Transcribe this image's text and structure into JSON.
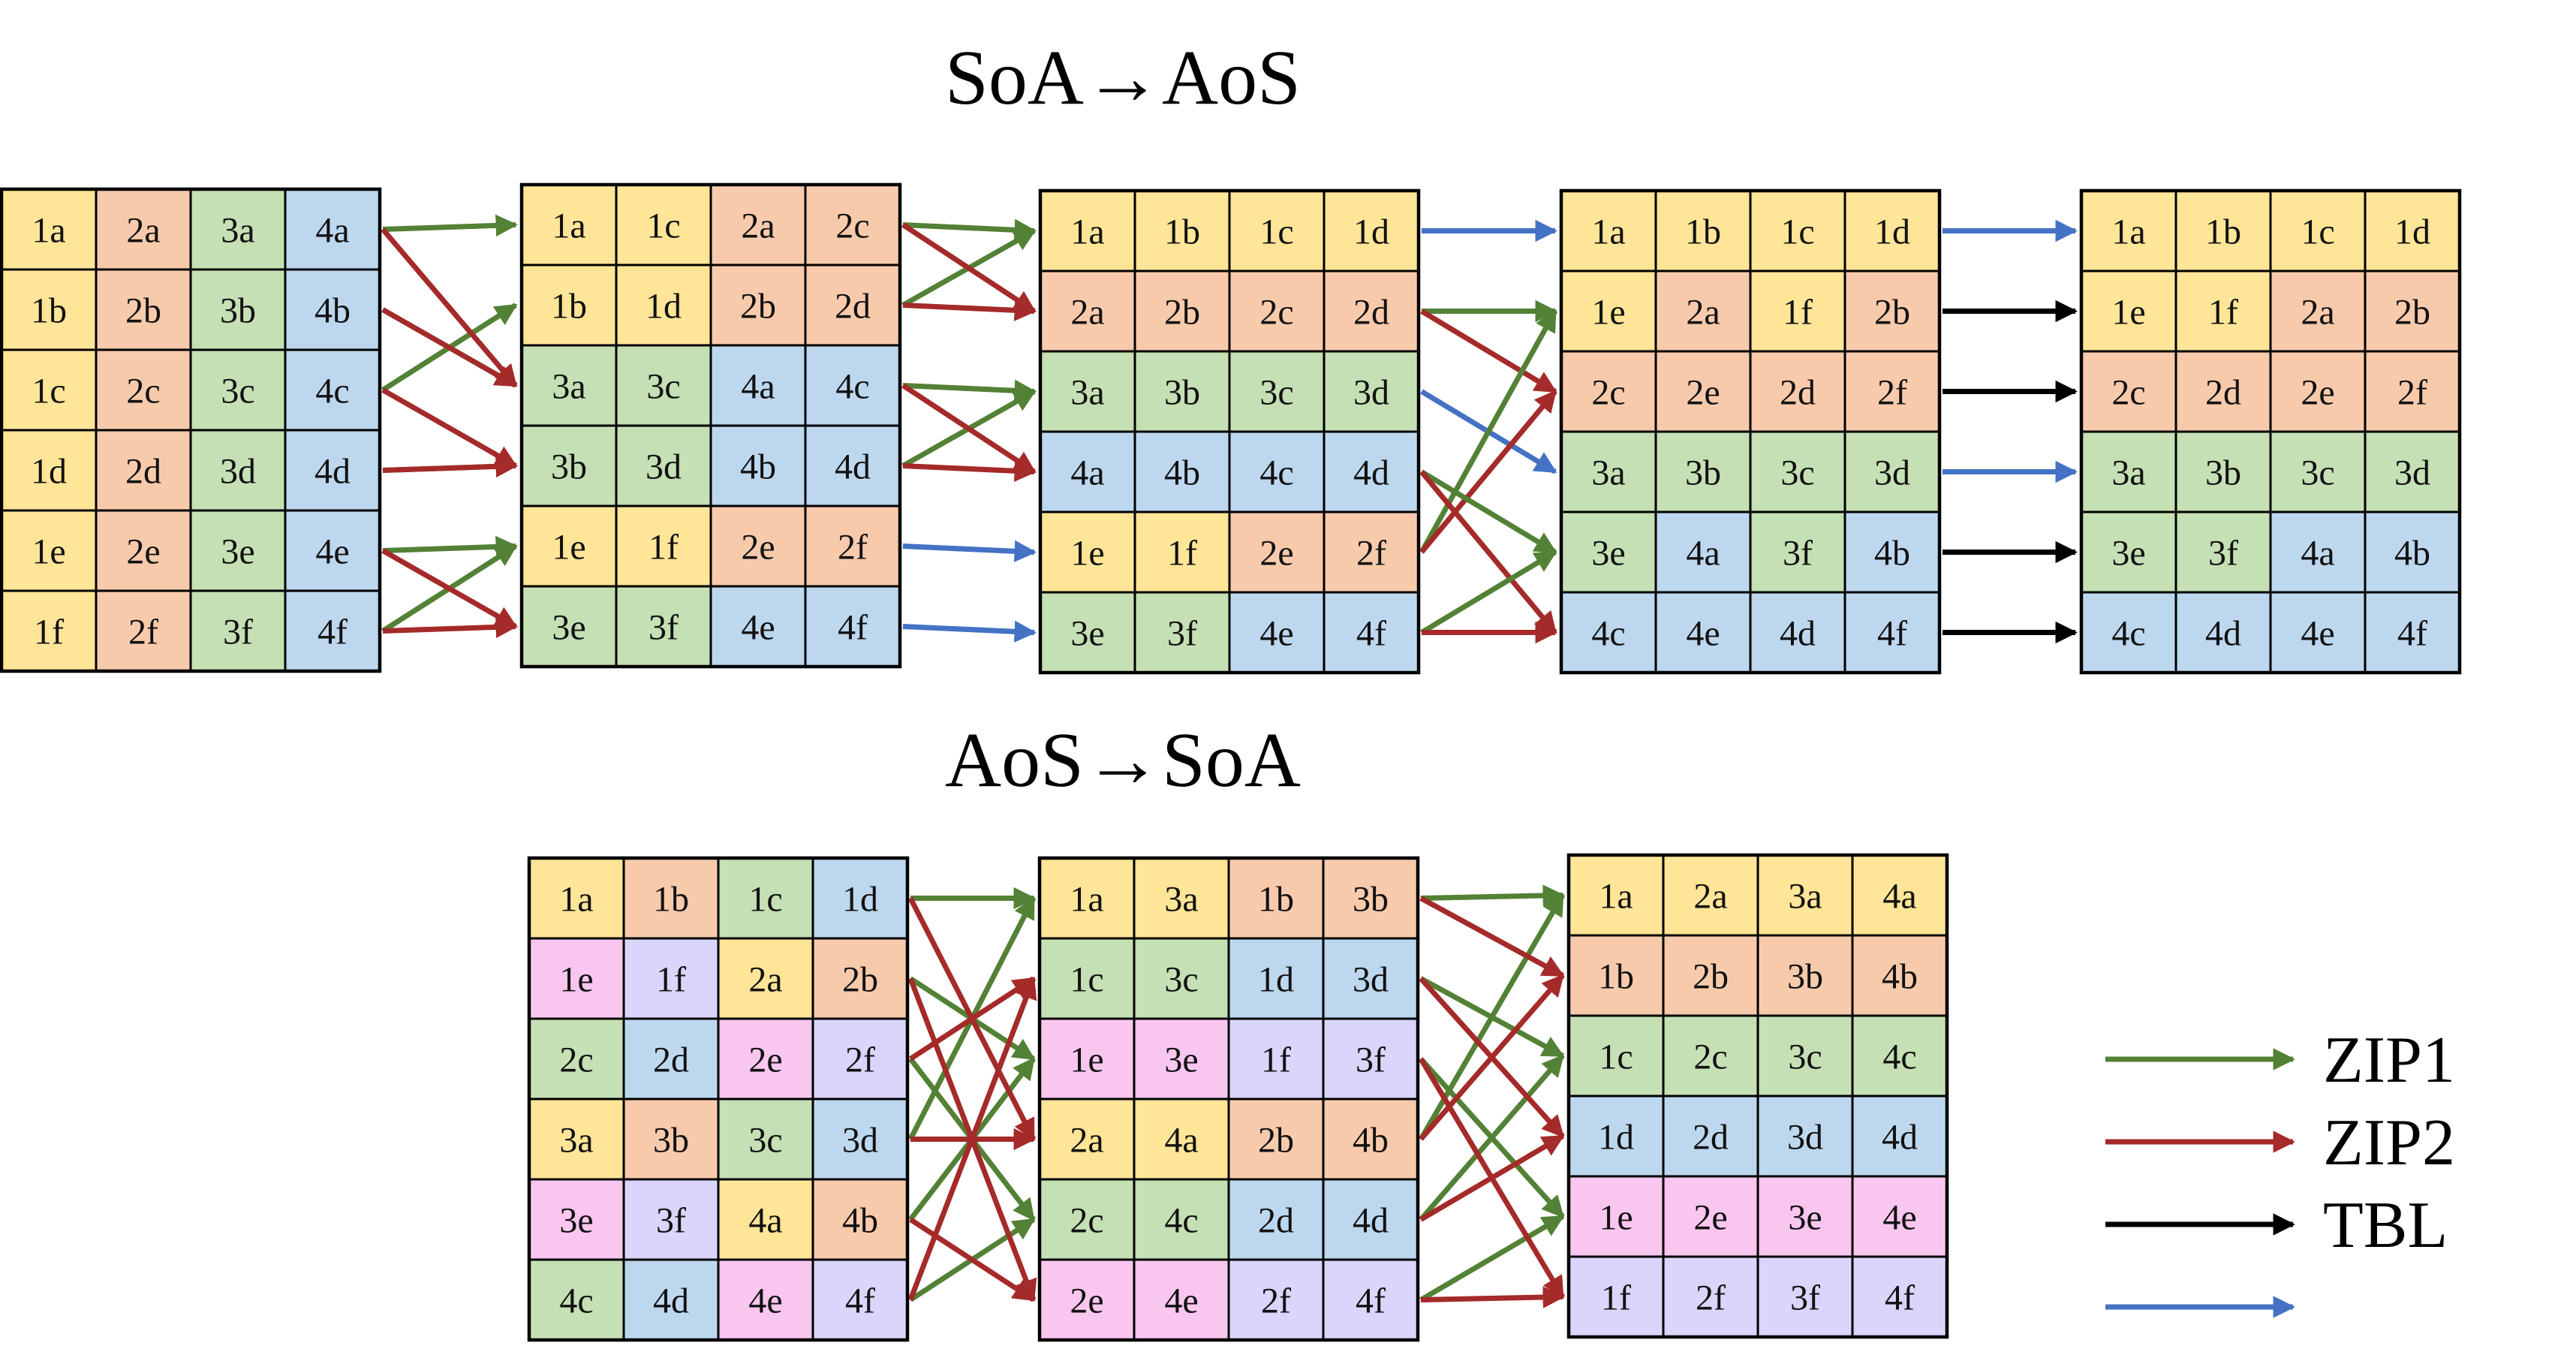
{
  "titles": {
    "top": "SoA→AoS",
    "bottom": "AoS→SoA"
  },
  "colors": {
    "yellow": "#FFE597",
    "orange": "#F8CAAC",
    "green": "#C5E0B4",
    "blue": "#BDD7EE",
    "pink": "#F9C6EF",
    "lavender": "#D9D5FB",
    "zip1": "#538135",
    "zip2": "#A52A2A",
    "tbl": "#000000",
    "plain": "#4472C4"
  },
  "legend": [
    {
      "label": "ZIP1",
      "color": "zip1"
    },
    {
      "label": "ZIP2",
      "color": "zip2"
    },
    {
      "label": "TBL",
      "color": "tbl"
    },
    {
      "label": "",
      "color": "plain"
    }
  ],
  "grids": [
    {
      "id": "soa-aos-step1",
      "rows": [
        [
          [
            "1a",
            "y"
          ],
          [
            "2a",
            "o"
          ],
          [
            "3a",
            "g"
          ],
          [
            "4a",
            "b"
          ]
        ],
        [
          [
            "1b",
            "y"
          ],
          [
            "2b",
            "o"
          ],
          [
            "3b",
            "g"
          ],
          [
            "4b",
            "b"
          ]
        ],
        [
          [
            "1c",
            "y"
          ],
          [
            "2c",
            "o"
          ],
          [
            "3c",
            "g"
          ],
          [
            "4c",
            "b"
          ]
        ],
        [
          [
            "1d",
            "y"
          ],
          [
            "2d",
            "o"
          ],
          [
            "3d",
            "g"
          ],
          [
            "4d",
            "b"
          ]
        ],
        [
          [
            "1e",
            "y"
          ],
          [
            "2e",
            "o"
          ],
          [
            "3e",
            "g"
          ],
          [
            "4e",
            "b"
          ]
        ],
        [
          [
            "1f",
            "y"
          ],
          [
            "2f",
            "o"
          ],
          [
            "3f",
            "g"
          ],
          [
            "4f",
            "b"
          ]
        ]
      ]
    },
    {
      "id": "soa-aos-step2",
      "rows": [
        [
          [
            "1a",
            "y"
          ],
          [
            "1c",
            "y"
          ],
          [
            "2a",
            "o"
          ],
          [
            "2c",
            "o"
          ]
        ],
        [
          [
            "1b",
            "y"
          ],
          [
            "1d",
            "y"
          ],
          [
            "2b",
            "o"
          ],
          [
            "2d",
            "o"
          ]
        ],
        [
          [
            "3a",
            "g"
          ],
          [
            "3c",
            "g"
          ],
          [
            "4a",
            "b"
          ],
          [
            "4c",
            "b"
          ]
        ],
        [
          [
            "3b",
            "g"
          ],
          [
            "3d",
            "g"
          ],
          [
            "4b",
            "b"
          ],
          [
            "4d",
            "b"
          ]
        ],
        [
          [
            "1e",
            "y"
          ],
          [
            "1f",
            "y"
          ],
          [
            "2e",
            "o"
          ],
          [
            "2f",
            "o"
          ]
        ],
        [
          [
            "3e",
            "g"
          ],
          [
            "3f",
            "g"
          ],
          [
            "4e",
            "b"
          ],
          [
            "4f",
            "b"
          ]
        ]
      ]
    },
    {
      "id": "soa-aos-step3",
      "rows": [
        [
          [
            "1a",
            "y"
          ],
          [
            "1b",
            "y"
          ],
          [
            "1c",
            "y"
          ],
          [
            "1d",
            "y"
          ]
        ],
        [
          [
            "2a",
            "o"
          ],
          [
            "2b",
            "o"
          ],
          [
            "2c",
            "o"
          ],
          [
            "2d",
            "o"
          ]
        ],
        [
          [
            "3a",
            "g"
          ],
          [
            "3b",
            "g"
          ],
          [
            "3c",
            "g"
          ],
          [
            "3d",
            "g"
          ]
        ],
        [
          [
            "4a",
            "b"
          ],
          [
            "4b",
            "b"
          ],
          [
            "4c",
            "b"
          ],
          [
            "4d",
            "b"
          ]
        ],
        [
          [
            "1e",
            "y"
          ],
          [
            "1f",
            "y"
          ],
          [
            "2e",
            "o"
          ],
          [
            "2f",
            "o"
          ]
        ],
        [
          [
            "3e",
            "g"
          ],
          [
            "3f",
            "g"
          ],
          [
            "4e",
            "b"
          ],
          [
            "4f",
            "b"
          ]
        ]
      ]
    },
    {
      "id": "soa-aos-step4",
      "rows": [
        [
          [
            "1a",
            "y"
          ],
          [
            "1b",
            "y"
          ],
          [
            "1c",
            "y"
          ],
          [
            "1d",
            "y"
          ]
        ],
        [
          [
            "1e",
            "y"
          ],
          [
            "2a",
            "o"
          ],
          [
            "1f",
            "y"
          ],
          [
            "2b",
            "o"
          ]
        ],
        [
          [
            "2c",
            "o"
          ],
          [
            "2e",
            "o"
          ],
          [
            "2d",
            "o"
          ],
          [
            "2f",
            "o"
          ]
        ],
        [
          [
            "3a",
            "g"
          ],
          [
            "3b",
            "g"
          ],
          [
            "3c",
            "g"
          ],
          [
            "3d",
            "g"
          ]
        ],
        [
          [
            "3e",
            "g"
          ],
          [
            "4a",
            "b"
          ],
          [
            "3f",
            "g"
          ],
          [
            "4b",
            "b"
          ]
        ],
        [
          [
            "4c",
            "b"
          ],
          [
            "4e",
            "b"
          ],
          [
            "4d",
            "b"
          ],
          [
            "4f",
            "b"
          ]
        ]
      ]
    },
    {
      "id": "soa-aos-step5",
      "rows": [
        [
          [
            "1a",
            "y"
          ],
          [
            "1b",
            "y"
          ],
          [
            "1c",
            "y"
          ],
          [
            "1d",
            "y"
          ]
        ],
        [
          [
            "1e",
            "y"
          ],
          [
            "1f",
            "y"
          ],
          [
            "2a",
            "o"
          ],
          [
            "2b",
            "o"
          ]
        ],
        [
          [
            "2c",
            "o"
          ],
          [
            "2d",
            "o"
          ],
          [
            "2e",
            "o"
          ],
          [
            "2f",
            "o"
          ]
        ],
        [
          [
            "3a",
            "g"
          ],
          [
            "3b",
            "g"
          ],
          [
            "3c",
            "g"
          ],
          [
            "3d",
            "g"
          ]
        ],
        [
          [
            "3e",
            "g"
          ],
          [
            "3f",
            "g"
          ],
          [
            "4a",
            "b"
          ],
          [
            "4b",
            "b"
          ]
        ],
        [
          [
            "4c",
            "b"
          ],
          [
            "4d",
            "b"
          ],
          [
            "4e",
            "b"
          ],
          [
            "4f",
            "b"
          ]
        ]
      ]
    },
    {
      "id": "aos-soa-step1",
      "rows": [
        [
          [
            "1a",
            "y"
          ],
          [
            "1b",
            "o"
          ],
          [
            "1c",
            "g"
          ],
          [
            "1d",
            "b"
          ]
        ],
        [
          [
            "1e",
            "p"
          ],
          [
            "1f",
            "l"
          ],
          [
            "2a",
            "y"
          ],
          [
            "2b",
            "o"
          ]
        ],
        [
          [
            "2c",
            "g"
          ],
          [
            "2d",
            "b"
          ],
          [
            "2e",
            "p"
          ],
          [
            "2f",
            "l"
          ]
        ],
        [
          [
            "3a",
            "y"
          ],
          [
            "3b",
            "o"
          ],
          [
            "3c",
            "g"
          ],
          [
            "3d",
            "b"
          ]
        ],
        [
          [
            "3e",
            "p"
          ],
          [
            "3f",
            "l"
          ],
          [
            "4a",
            "y"
          ],
          [
            "4b",
            "o"
          ]
        ],
        [
          [
            "4c",
            "g"
          ],
          [
            "4d",
            "b"
          ],
          [
            "4e",
            "p"
          ],
          [
            "4f",
            "l"
          ]
        ]
      ]
    },
    {
      "id": "aos-soa-step2",
      "rows": [
        [
          [
            "1a",
            "y"
          ],
          [
            "3a",
            "y"
          ],
          [
            "1b",
            "o"
          ],
          [
            "3b",
            "o"
          ]
        ],
        [
          [
            "1c",
            "g"
          ],
          [
            "3c",
            "g"
          ],
          [
            "1d",
            "b"
          ],
          [
            "3d",
            "b"
          ]
        ],
        [
          [
            "1e",
            "p"
          ],
          [
            "3e",
            "p"
          ],
          [
            "1f",
            "l"
          ],
          [
            "3f",
            "l"
          ]
        ],
        [
          [
            "2a",
            "y"
          ],
          [
            "4a",
            "y"
          ],
          [
            "2b",
            "o"
          ],
          [
            "4b",
            "o"
          ]
        ],
        [
          [
            "2c",
            "g"
          ],
          [
            "4c",
            "g"
          ],
          [
            "2d",
            "b"
          ],
          [
            "4d",
            "b"
          ]
        ],
        [
          [
            "2e",
            "p"
          ],
          [
            "4e",
            "p"
          ],
          [
            "2f",
            "l"
          ],
          [
            "4f",
            "l"
          ]
        ]
      ]
    },
    {
      "id": "aos-soa-step3",
      "rows": [
        [
          [
            "1a",
            "y"
          ],
          [
            "2a",
            "y"
          ],
          [
            "3a",
            "y"
          ],
          [
            "4a",
            "y"
          ]
        ],
        [
          [
            "1b",
            "o"
          ],
          [
            "2b",
            "o"
          ],
          [
            "3b",
            "o"
          ],
          [
            "4b",
            "o"
          ]
        ],
        [
          [
            "1c",
            "g"
          ],
          [
            "2c",
            "g"
          ],
          [
            "3c",
            "g"
          ],
          [
            "4c",
            "g"
          ]
        ],
        [
          [
            "1d",
            "b"
          ],
          [
            "2d",
            "b"
          ],
          [
            "3d",
            "b"
          ],
          [
            "4d",
            "b"
          ]
        ],
        [
          [
            "1e",
            "p"
          ],
          [
            "2e",
            "p"
          ],
          [
            "3e",
            "p"
          ],
          [
            "4e",
            "p"
          ]
        ],
        [
          [
            "1f",
            "l"
          ],
          [
            "2f",
            "l"
          ],
          [
            "3f",
            "l"
          ],
          [
            "4f",
            "l"
          ]
        ]
      ]
    }
  ],
  "arrow_sets": [
    {
      "from": 0,
      "to": 1,
      "arrows": [
        [
          "zip1",
          0,
          0
        ],
        [
          "zip1",
          2,
          1
        ],
        [
          "zip1",
          1,
          2
        ],
        [
          "zip1",
          3,
          3
        ],
        [
          "zip2",
          0,
          2
        ],
        [
          "zip2",
          2,
          3
        ],
        [
          "zip2",
          1,
          2
        ],
        [
          "zip2",
          3,
          3
        ],
        [
          "zip1",
          4,
          4
        ],
        [
          "zip1",
          5,
          4
        ],
        [
          "zip2",
          4,
          5
        ],
        [
          "zip2",
          5,
          5
        ]
      ]
    },
    {
      "from": 1,
      "to": 2,
      "arrows": [
        [
          "zip1",
          0,
          0
        ],
        [
          "zip1",
          1,
          0
        ],
        [
          "zip2",
          0,
          1
        ],
        [
          "zip2",
          1,
          1
        ],
        [
          "zip1",
          2,
          2
        ],
        [
          "zip1",
          3,
          2
        ],
        [
          "zip2",
          2,
          3
        ],
        [
          "zip2",
          3,
          3
        ],
        [
          "plain",
          4,
          4
        ],
        [
          "plain",
          5,
          5
        ]
      ]
    },
    {
      "from": 2,
      "to": 3,
      "arrows": [
        [
          "plain",
          0,
          0
        ],
        [
          "zip1",
          1,
          1
        ],
        [
          "zip2",
          1,
          2
        ],
        [
          "plain",
          2,
          3
        ],
        [
          "zip1",
          4,
          1
        ],
        [
          "zip2",
          4,
          2
        ],
        [
          "zip1",
          3,
          4
        ],
        [
          "zip2",
          3,
          5
        ],
        [
          "zip1",
          5,
          4
        ],
        [
          "zip2",
          5,
          5
        ]
      ]
    },
    {
      "from": 3,
      "to": 4,
      "arrows": [
        [
          "plain",
          0,
          0
        ],
        [
          "tbl",
          1,
          1
        ],
        [
          "tbl",
          2,
          2
        ],
        [
          "plain",
          3,
          3
        ],
        [
          "tbl",
          4,
          4
        ],
        [
          "tbl",
          5,
          5
        ]
      ]
    },
    {
      "from": 5,
      "to": 6,
      "arrows": [
        [
          "zip1",
          0,
          0
        ],
        [
          "zip1",
          3,
          0
        ],
        [
          "zip1",
          1,
          2
        ],
        [
          "zip1",
          4,
          2
        ],
        [
          "zip1",
          2,
          4
        ],
        [
          "zip1",
          5,
          4
        ],
        [
          "zip2",
          0,
          3
        ],
        [
          "zip2",
          3,
          3
        ],
        [
          "zip2",
          1,
          5
        ],
        [
          "zip2",
          4,
          5
        ],
        [
          "zip2",
          2,
          1
        ],
        [
          "zip2",
          5,
          1
        ]
      ]
    },
    {
      "from": 6,
      "to": 7,
      "arrows": [
        [
          "zip1",
          0,
          0
        ],
        [
          "zip1",
          3,
          0
        ],
        [
          "zip1",
          1,
          2
        ],
        [
          "zip1",
          4,
          2
        ],
        [
          "zip1",
          2,
          4
        ],
        [
          "zip1",
          5,
          4
        ],
        [
          "zip2",
          0,
          1
        ],
        [
          "zip2",
          3,
          1
        ],
        [
          "zip2",
          1,
          3
        ],
        [
          "zip2",
          4,
          3
        ],
        [
          "zip2",
          2,
          5
        ],
        [
          "zip2",
          5,
          5
        ]
      ]
    }
  ]
}
